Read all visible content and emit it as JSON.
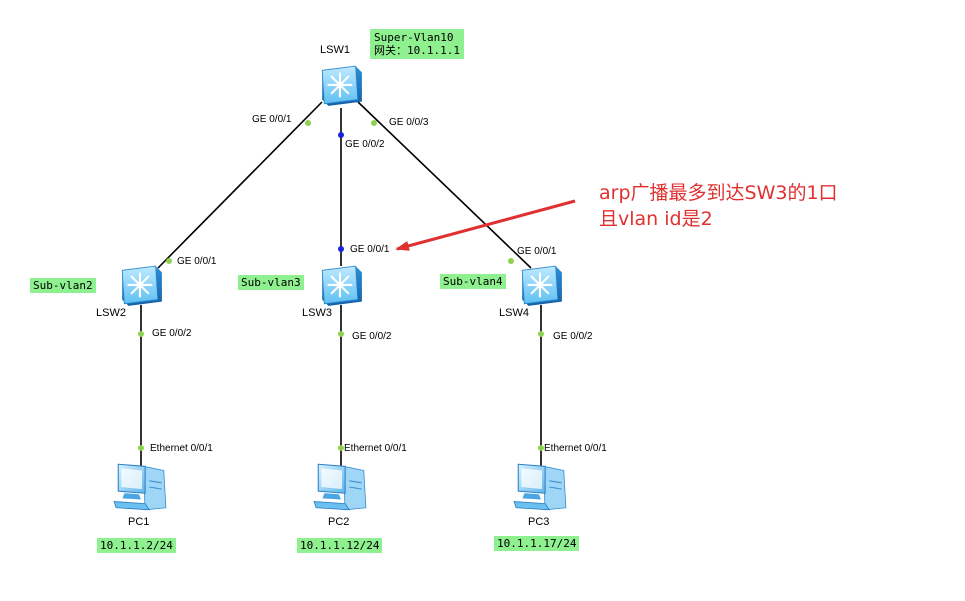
{
  "colors": {
    "link": "#000000",
    "port_up": "#8fd14f",
    "port_blue": "#1a22d8",
    "tag_bg": "#8ef08e",
    "annotation": "#e03030"
  },
  "devices": {
    "lsw1": {
      "name": "LSW1",
      "icon": "switch-icon"
    },
    "lsw2": {
      "name": "LSW2",
      "icon": "switch-icon"
    },
    "lsw3": {
      "name": "LSW3",
      "icon": "switch-icon"
    },
    "lsw4": {
      "name": "LSW4",
      "icon": "switch-icon"
    },
    "pc1": {
      "name": "PC1",
      "icon": "pc-icon"
    },
    "pc2": {
      "name": "PC2",
      "icon": "pc-icon"
    },
    "pc3": {
      "name": "PC3",
      "icon": "pc-icon"
    }
  },
  "ports": {
    "lsw1_g1": "GE 0/0/1",
    "lsw1_g2": "GE 0/0/2",
    "lsw1_g3": "GE 0/0/3",
    "lsw2_g1": "GE 0/0/1",
    "lsw2_g2": "GE 0/0/2",
    "lsw3_g1": "GE 0/0/1",
    "lsw3_g2": "GE 0/0/2",
    "lsw4_g1": "GE 0/0/1",
    "lsw4_g2": "GE 0/0/2",
    "pc1_e": "Ethernet 0/0/1",
    "pc2_e": "Ethernet 0/0/1",
    "pc3_e": "Ethernet 0/0/1"
  },
  "tags": {
    "super_line1": "Super-Vlan10",
    "super_line2": "网关：10.1.1.1",
    "sub2": "Sub-vlan2",
    "sub3": "Sub-vlan3",
    "sub4": "Sub-vlan4",
    "ip1": "10.1.1.2/24",
    "ip2": "10.1.1.12/24",
    "ip3": "10.1.1.17/24"
  },
  "annotation": {
    "line1": "arp广播最多到达SW3的1口",
    "line2": "且vlan id是2"
  }
}
